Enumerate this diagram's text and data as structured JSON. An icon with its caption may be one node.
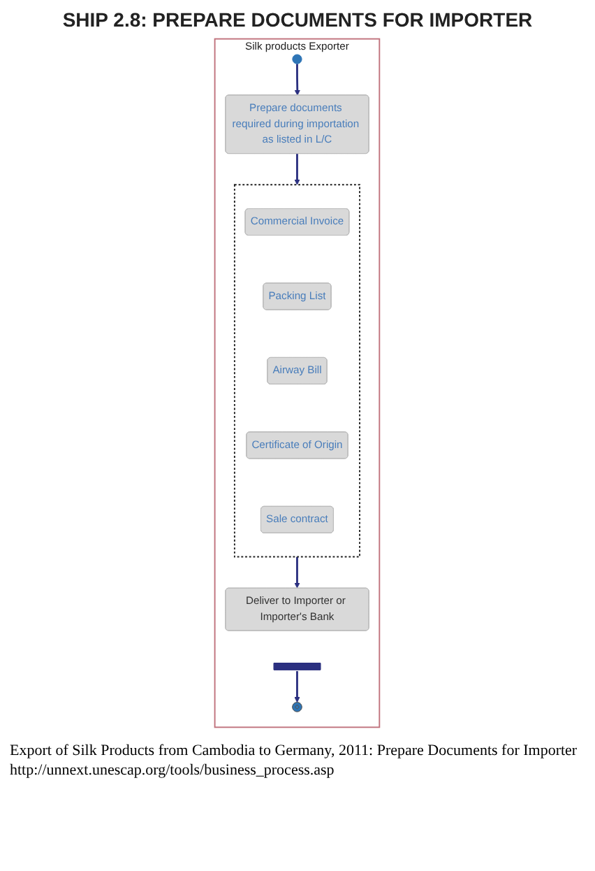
{
  "diagram": {
    "title": "SHIP 2.8: PREPARE DOCUMENTS FOR IMPORTER",
    "caption": "Export of Silk Products from Cambodia to Germany, 2011: Prepare Documents for Importer",
    "nodes": [
      {
        "text": [
          "Silk products Exporter"
        ]
      },
      {
        "text": [],
        "shape": "circle",
        "in": 0
      },
      {
        "text": [
          "Prepare documents required during importation as listed in L/C"
        ],
        "in": 0
      },
      {
        "text": [],
        "shape": "box",
        "in": 0
      },
      {
        "text": [
          "Commercial Invoice"
        ],
        "in": 3
      },
      {
        "text": [
          "Packing List"
        ],
        "in": 3
      },
      {
        "text": [
          "Airway Bill"
        ],
        "in": 3
      },
      {
        "text": [
          "Certificate of Origin"
        ],
        "in": 3
      },
      {
        "text": [
          "Sale contract"
        ],
        "in": 3
      },
      {
        "text": [
          "Deliver to Importer or Importer's Bank"
        ],
        "in": 0
      },
      {
        "text": [],
        "shape": "bar",
        "in": 0
      },
      {
        "text": [],
        "shape": "circle",
        "in": 0
      }
    ],
    "edges": [
      {
        "from": 1,
        "to": 2,
        "arrow": "to"
      },
      {
        "from": 2,
        "to": 3,
        "arrow": "to"
      },
      {
        "from": 3,
        "to": 9,
        "arrow": "to"
      },
      {
        "from": 10,
        "to": 11,
        "arrow": "to"
      }
    ],
    "labels": [
      "http://unnext.unescap.org/tools/business_process.asp"
    ]
  }
}
